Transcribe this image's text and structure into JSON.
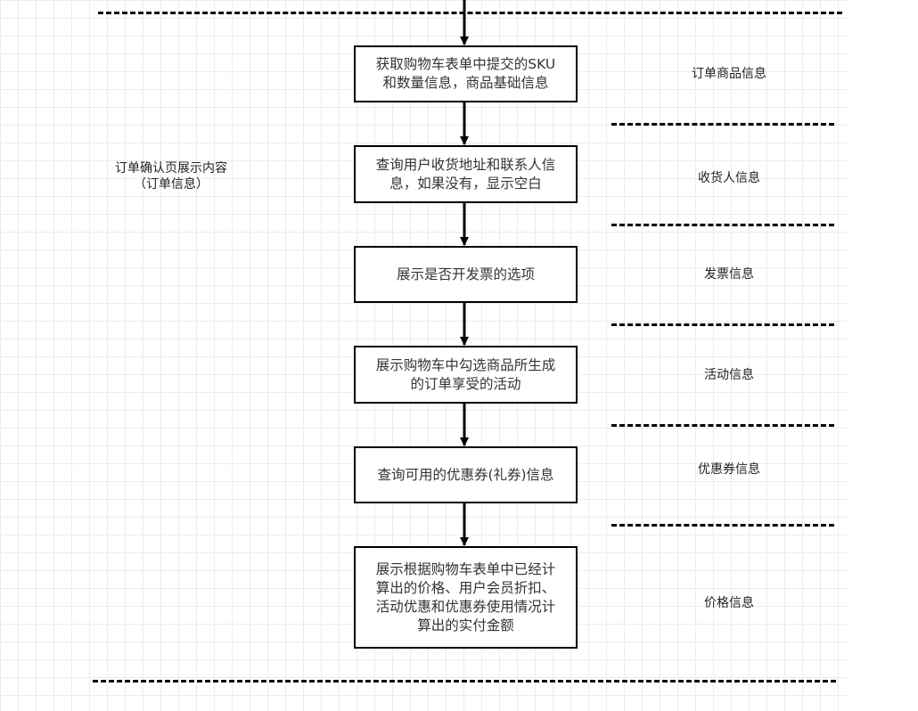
{
  "diagram": {
    "left_title": "订单确认页展示内容\n（订单信息）",
    "steps": [
      {
        "text": "获取购物车表单中提交的SKU\n和数量信息，商品基础信息",
        "section": "订单商品信息"
      },
      {
        "text": "查询用户收货地址和联系人信\n息，如果没有，显示空白",
        "section": "收货人信息"
      },
      {
        "text": "展示是否开发票的选项",
        "section": "发票信息"
      },
      {
        "text": "展示购物车中勾选商品所生成\n的订单享受的活动",
        "section": "活动信息"
      },
      {
        "text": "查询可用的优惠券(礼券)信息",
        "section": "优惠券信息"
      },
      {
        "text": "展示根据购物车表单中已经计\n算出的价格、用户会员折扣、\n活动优惠和优惠券使用情况计\n算出的实付金额",
        "section": "价格信息"
      }
    ],
    "colors": {
      "line": "#000000",
      "box_border": "#000000",
      "text": "#333333",
      "grid": "#ececec"
    }
  }
}
